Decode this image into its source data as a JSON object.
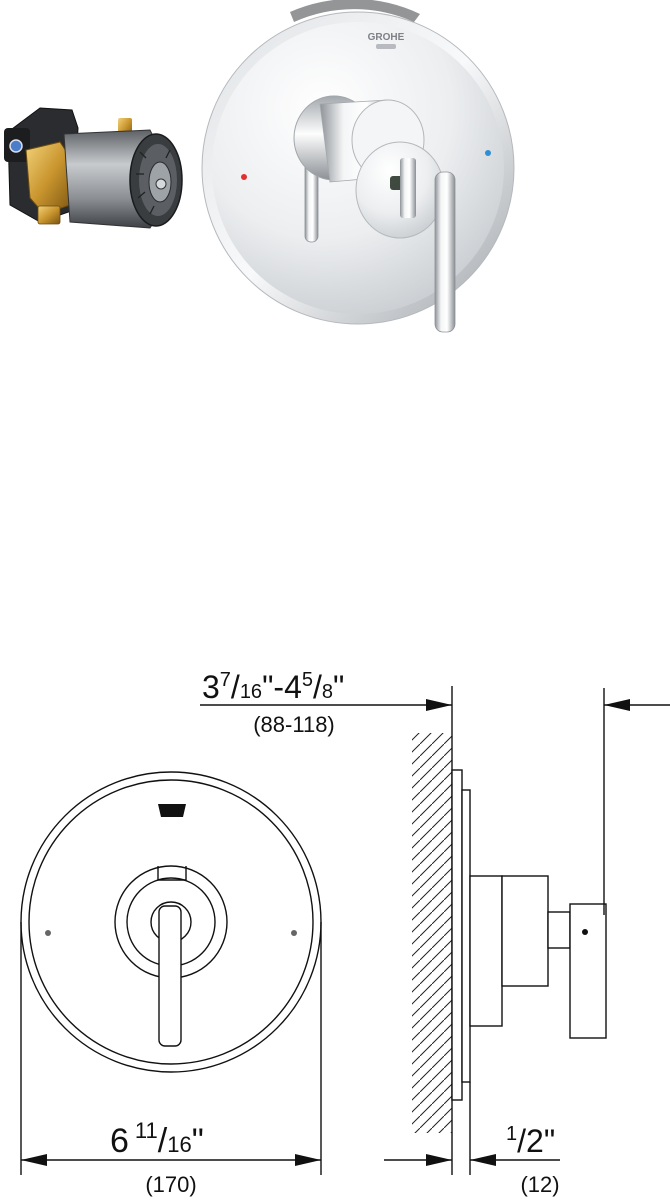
{
  "brand": {
    "logo_text": "GROHE"
  },
  "dimensions": {
    "depth": {
      "whole": "3",
      "num": "7",
      "den": "16",
      "sep": "\"-",
      "whole2": "4",
      "num2": "5",
      "den2": "8",
      "tail": "\"",
      "metric": "(88-118)"
    },
    "diameter": {
      "whole": "6",
      "num": "11",
      "den": "16",
      "tail": "\"",
      "metric": "(170)"
    },
    "projection": {
      "num": "1",
      "den": "2",
      "tail": "\"",
      "metric": "(12)"
    }
  }
}
